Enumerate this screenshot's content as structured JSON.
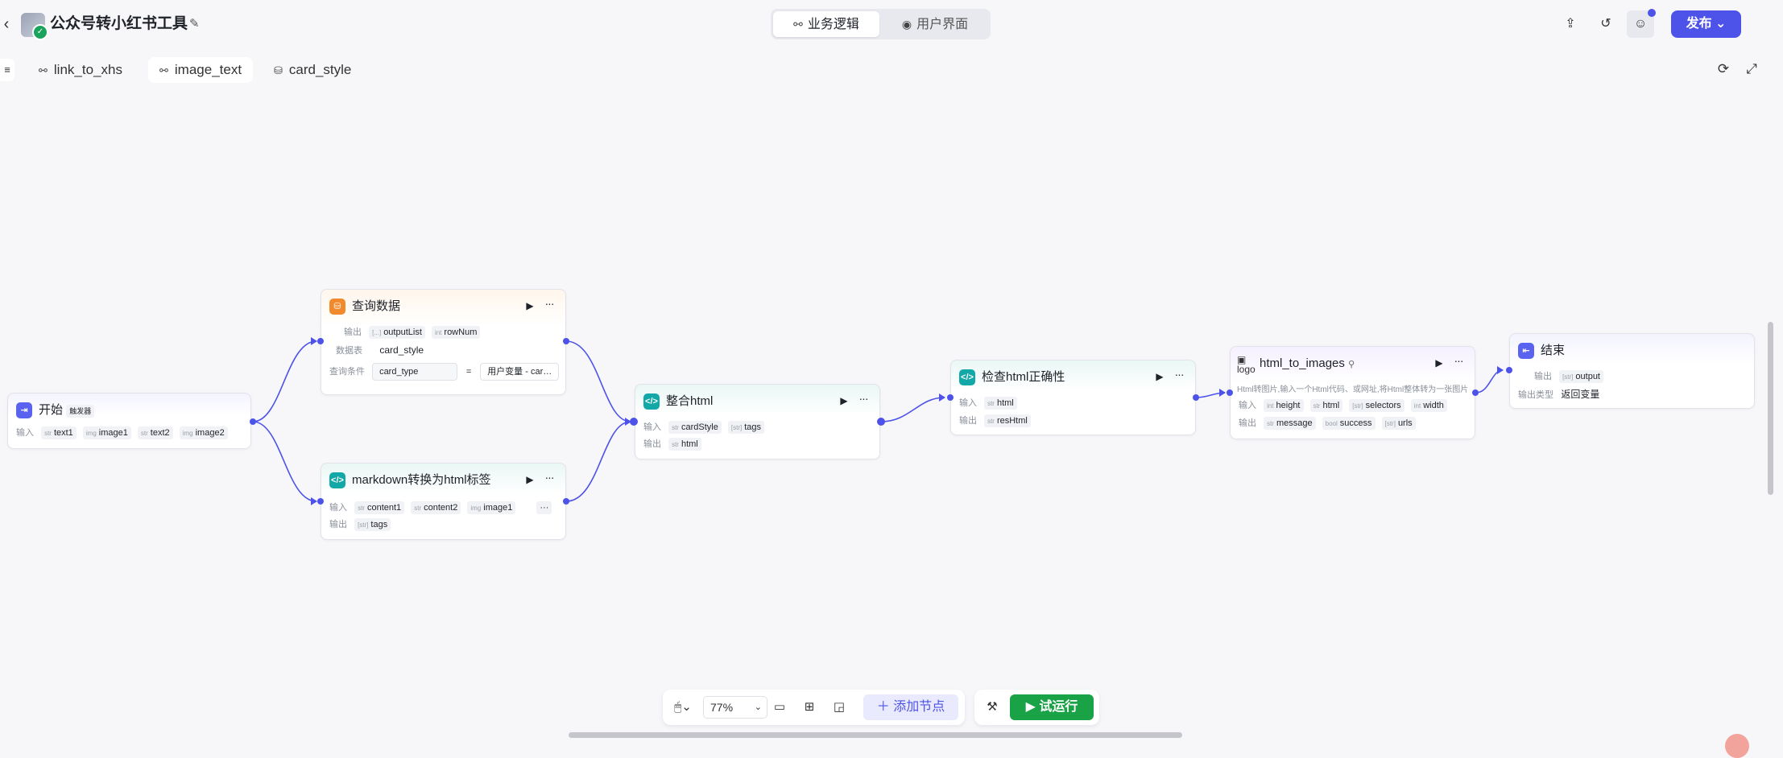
{
  "header": {
    "back_icon": "chevron-left-icon",
    "app_title": "公众号转小红书工具",
    "mode_tabs": [
      {
        "label": "业务逻辑",
        "icon": "workflow-icon",
        "active": true
      },
      {
        "label": "用户界面",
        "icon": "palette-icon",
        "active": false
      }
    ],
    "publish_label": "发布"
  },
  "workflow_tabs": [
    {
      "label": "link_to_xhs",
      "icon": "workflow-icon",
      "active": false
    },
    {
      "label": "image_text",
      "icon": "workflow-icon",
      "active": true
    },
    {
      "label": "card_style",
      "icon": "database-icon",
      "active": false
    }
  ],
  "nodes": {
    "start": {
      "title": "开始",
      "badge": "触发器",
      "input_label": "输入",
      "inputs": [
        {
          "type": "str",
          "name": "text1"
        },
        {
          "type": "img",
          "name": "image1"
        },
        {
          "type": "str",
          "name": "text2"
        },
        {
          "type": "img",
          "name": "image2"
        }
      ]
    },
    "query": {
      "title": "查询数据",
      "output_label": "输出",
      "outputs": [
        {
          "type": "[...]",
          "name": "outputList"
        },
        {
          "type": "int",
          "name": "rowNum"
        }
      ],
      "table_label": "数据表",
      "table_value": "card_style",
      "cond_label": "查询条件",
      "cond_field": "card_type",
      "cond_op": "=",
      "cond_value": "用户变量 - car…"
    },
    "markdown": {
      "title": "markdown转换为html标签",
      "input_label": "输入",
      "inputs": [
        {
          "type": "str",
          "name": "content1"
        },
        {
          "type": "str",
          "name": "content2"
        },
        {
          "type": "img",
          "name": "image1"
        }
      ],
      "output_label": "输出",
      "outputs": [
        {
          "type": "[str]",
          "name": "tags"
        }
      ]
    },
    "merge": {
      "title": "整合html",
      "input_label": "输入",
      "inputs": [
        {
          "type": "str",
          "name": "cardStyle"
        },
        {
          "type": "[str]",
          "name": "tags"
        }
      ],
      "output_label": "输出",
      "outputs": [
        {
          "type": "str",
          "name": "html"
        }
      ]
    },
    "check": {
      "title": "检查html正确性",
      "input_label": "输入",
      "inputs": [
        {
          "type": "str",
          "name": "html"
        }
      ],
      "output_label": "输出",
      "outputs": [
        {
          "type": "str",
          "name": "resHtml"
        }
      ]
    },
    "h2i": {
      "title": "html_to_images",
      "logo_alt": "logo",
      "description": "Html转图片,输入一个Html代码、或网址,将Html整体转为一张图片",
      "input_label": "输入",
      "inputs": [
        {
          "type": "int",
          "name": "height"
        },
        {
          "type": "str",
          "name": "html"
        },
        {
          "type": "[str]",
          "name": "selectors"
        },
        {
          "type": "int",
          "name": "width"
        }
      ],
      "output_label": "输出",
      "outputs": [
        {
          "type": "str",
          "name": "message"
        },
        {
          "type": "bool",
          "name": "success"
        },
        {
          "type": "[str]",
          "name": "urls"
        }
      ]
    },
    "end": {
      "title": "结束",
      "output_label": "输出",
      "outputs": [
        {
          "type": "[str]",
          "name": "output"
        }
      ],
      "type_label": "输出类型",
      "type_value": "返回变量"
    }
  },
  "toolbar": {
    "zoom": "77%",
    "add_node_label": "添加节点",
    "trial_run_label": "试运行"
  },
  "colors": {
    "accent": "#4d53e8",
    "run_green": "#1aa247",
    "query_icon": "#f08a2c",
    "code_icon": "#13a8a8",
    "start_end_icon": "#5a62f0"
  }
}
